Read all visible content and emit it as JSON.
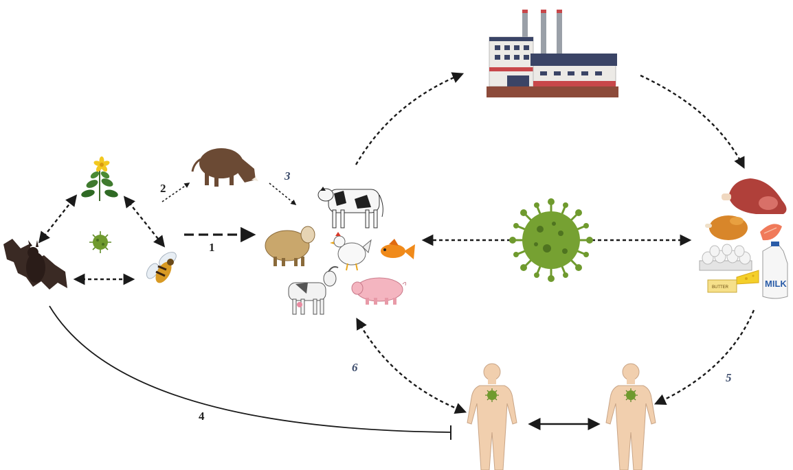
{
  "labels": {
    "route_1": "1",
    "route_2": "2",
    "route_3": "3",
    "route_4": "4",
    "route_5": "5",
    "route_6": "6"
  },
  "food": {
    "milk_label": "MILK",
    "butter_label": "BUTTER"
  },
  "icons": [
    "bat-icon",
    "plant-icon",
    "virus-small-icon",
    "bee-icon",
    "boar-icon",
    "cow-icon",
    "sheep-icon",
    "chicken-icon",
    "fish-icon",
    "goat-icon",
    "pig-icon",
    "factory-icon",
    "virus-large-icon",
    "meat-icon",
    "chicken-roast-icon",
    "salmon-icon",
    "eggs-icon",
    "cheese-icon",
    "butter-icon",
    "milk-jug-icon",
    "human-left-icon",
    "human-right-icon"
  ],
  "colors": {
    "virus": "#6f9a2e",
    "arrow": "#1a1a1a",
    "skin": "#f1cfae",
    "factory_red": "#c8474a",
    "factory_navy": "#3a4466"
  }
}
